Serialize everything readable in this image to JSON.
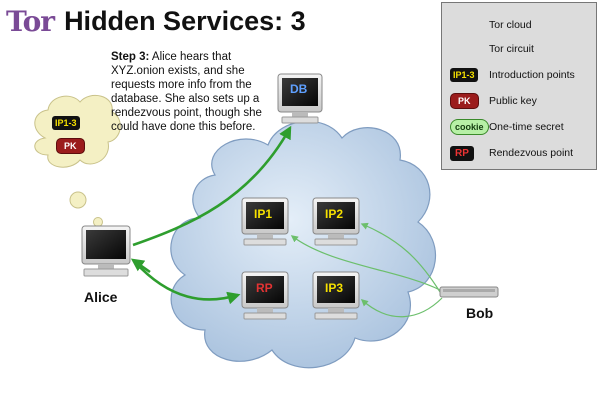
{
  "header": {
    "logo_text": "Tor",
    "title": "Hidden Services: 3"
  },
  "step": {
    "heading": "Step 3:",
    "text": "Alice hears that XYZ.onion exists, and she requests more info from the database.  She also sets up a rendezvous point, though she could have done this before."
  },
  "legend": {
    "items": [
      {
        "icon": "cloud-icon",
        "label": "Tor cloud"
      },
      {
        "icon": "circuit-arrow-icon",
        "label": "Tor circuit"
      },
      {
        "icon": "ip-badge",
        "badge": "IP1-3",
        "label": "Introduction points"
      },
      {
        "icon": "pk-badge",
        "badge": "PK",
        "label": "Public key"
      },
      {
        "icon": "cookie-badge",
        "badge": "cookie",
        "label": "One-time secret"
      },
      {
        "icon": "rp-badge",
        "badge": "RP",
        "label": "Rendezvous point"
      }
    ]
  },
  "nodes": {
    "db": "DB",
    "ip1": "IP1",
    "ip2": "IP2",
    "ip3": "IP3",
    "rp": "RP"
  },
  "people": {
    "alice": "Alice",
    "bob": "Bob"
  },
  "thought_bubble": {
    "badges": [
      "IP1-3",
      "PK"
    ]
  },
  "colors": {
    "cloud": "#b9cfe6",
    "circuit_green": "#2e9e2e",
    "tor_purple": "#7a4a96",
    "ip_text": "#f5e000",
    "rp_text": "#e33333",
    "db_text": "#5fa0ff"
  }
}
